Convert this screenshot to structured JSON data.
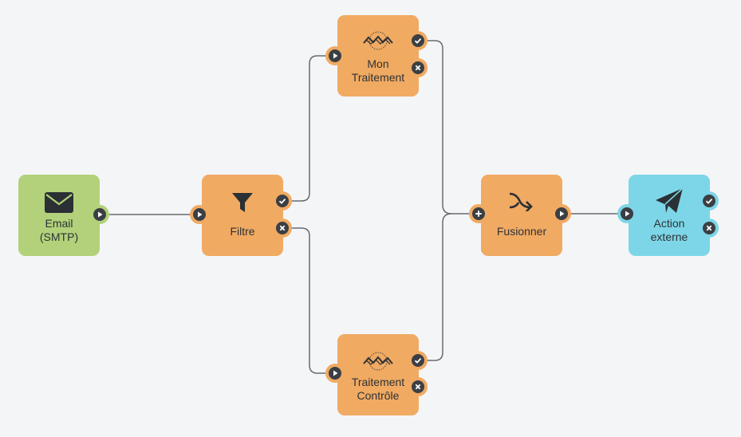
{
  "nodes": {
    "email": {
      "label": "Email\n(SMTP)",
      "icon": "envelope-icon",
      "color": "#b2d17a"
    },
    "filtre": {
      "label": "Filtre",
      "icon": "funnel-icon",
      "color": "#f0aa62"
    },
    "mon_traitement": {
      "label": "Mon\nTraitement",
      "icon": "processing-icon",
      "color": "#f0aa62"
    },
    "traitement_controle": {
      "label": "Traitement\nContrôle",
      "icon": "processing-icon",
      "color": "#f0aa62"
    },
    "fusionner": {
      "label": "Fusionner",
      "icon": "merge-arrow-icon",
      "color": "#f0aa62"
    },
    "action_externe": {
      "label": "Action\nexterne",
      "icon": "paper-plane-icon",
      "color": "#7dd6e7"
    }
  },
  "ports": {
    "input": "play-icon",
    "success": "check-icon",
    "failure": "cross-icon",
    "merge": "plus-icon"
  },
  "connections": [
    {
      "from": "email.output",
      "to": "filtre.input"
    },
    {
      "from": "filtre.success",
      "to": "mon_traitement.input"
    },
    {
      "from": "filtre.failure",
      "to": "traitement_controle.input"
    },
    {
      "from": "mon_traitement.success",
      "to": "fusionner.merge"
    },
    {
      "from": "traitement_controle.success",
      "to": "fusionner.merge"
    },
    {
      "from": "fusionner.output",
      "to": "action_externe.input"
    }
  ],
  "colors": {
    "wire": "#666b70",
    "port": "#3b3f44",
    "background": "#f4f5f7"
  }
}
